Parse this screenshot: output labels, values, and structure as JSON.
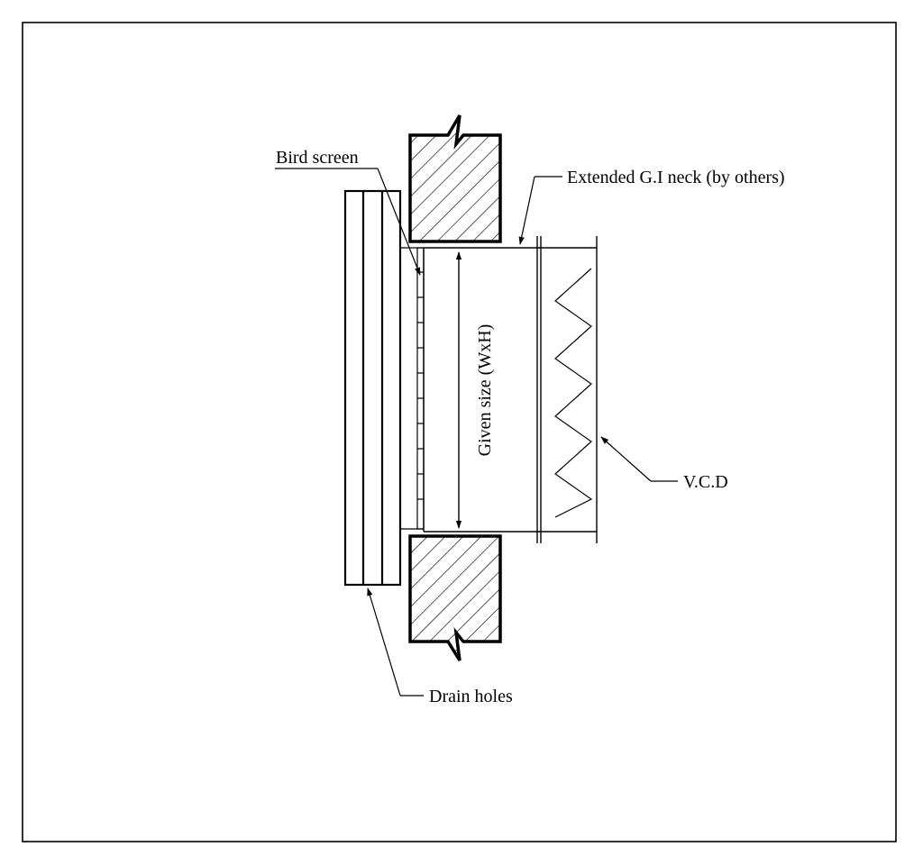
{
  "labels": {
    "bird_screen": "Bird screen",
    "extended_neck": "Extended G.I neck (by others)",
    "given_size": "Given size (WxH)",
    "vcd": "V.C.D",
    "drain_holes": "Drain holes"
  },
  "colors": {
    "ink": "#000000",
    "paper": "#ffffff"
  }
}
